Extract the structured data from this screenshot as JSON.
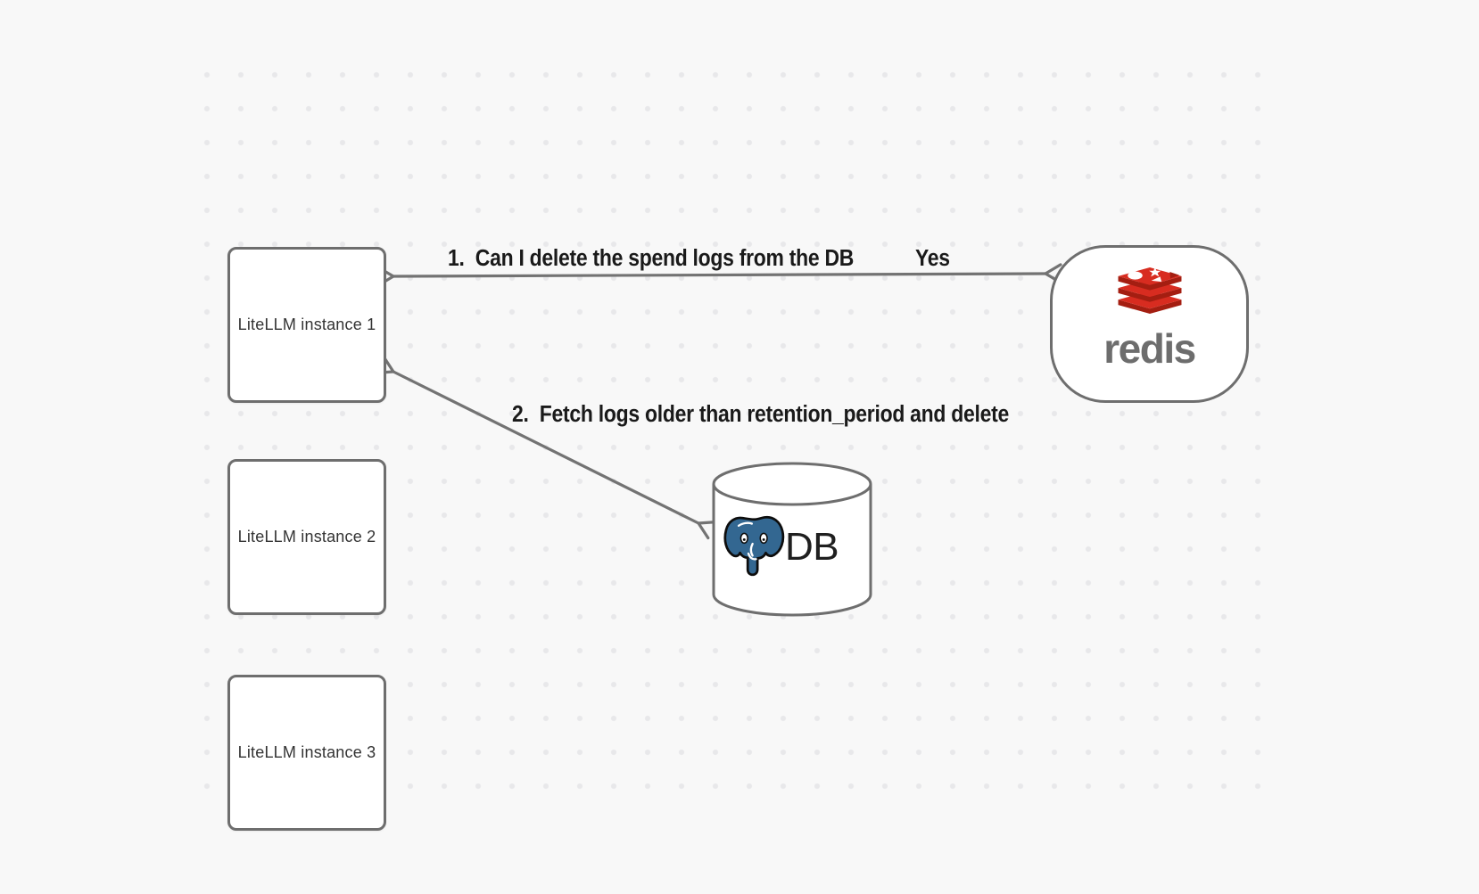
{
  "colors": {
    "background": "#f8f8f8",
    "grid_dot": "#e8e8ea",
    "node_border": "#6e6e6e",
    "node_fill": "#ffffff",
    "arrow": "#737373",
    "annotation_text": "#1a1a1a",
    "node_label_text": "#333333",
    "redis_red": "#D82C20",
    "redis_red_dark": "#A41E11",
    "redis_wordmark": "#6d6d6d",
    "postgres_blue": "#336791",
    "db_label_text": "#1f1f1f"
  },
  "nodes": {
    "instances": [
      {
        "label": "LiteLLM instance 1"
      },
      {
        "label": "LiteLLM instance 2"
      },
      {
        "label": "LiteLLM instance 3"
      }
    ],
    "redis": {
      "wordmark": "redis",
      "icon": "redis-stack-icon"
    },
    "db": {
      "label": "DB",
      "icon": "postgresql-elephant-icon"
    }
  },
  "edges": {
    "edge1": {
      "label": "1.  Can I delete the spend logs from the DB",
      "response": "Yes",
      "direction": "bidirectional",
      "from": "redis",
      "to": "litellm-instance-1"
    },
    "edge2": {
      "label": "2.  Fetch logs older than retention_period and delete",
      "direction": "bidirectional",
      "from": "litellm-instance-1",
      "to": "db"
    }
  }
}
